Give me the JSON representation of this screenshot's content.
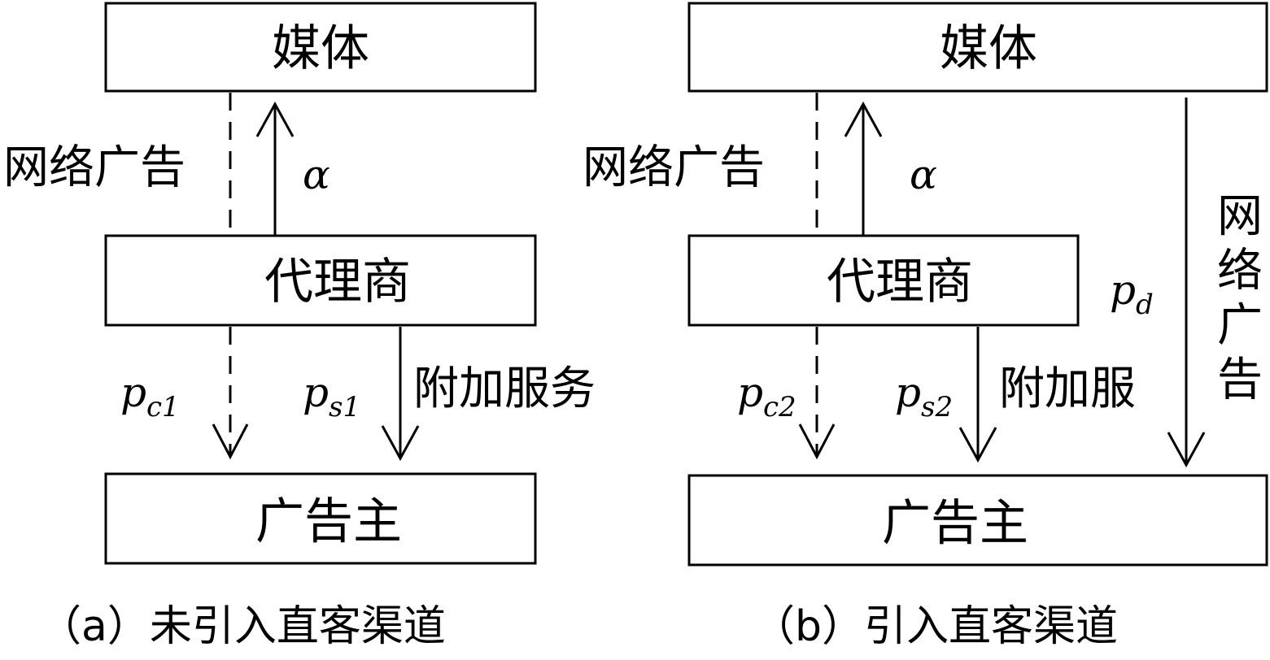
{
  "panel_a": {
    "media": "媒体",
    "agent": "代理商",
    "advertiser": "广告主",
    "online_ad": "网络广告",
    "alpha": "α",
    "added_service": "附加服务",
    "pc": {
      "base": "p",
      "sub": "c1"
    },
    "ps": {
      "base": "p",
      "sub": "s1"
    },
    "caption": "（a）未引入直客渠道"
  },
  "panel_b": {
    "media": "媒体",
    "agent": "代理商",
    "advertiser": "广告主",
    "online_ad": "网络广告",
    "alpha": "α",
    "added_service": "附加服",
    "online_ad_vertical": [
      "网",
      "络",
      "广",
      "告"
    ],
    "pc": {
      "base": "p",
      "sub": "c2"
    },
    "ps": {
      "base": "p",
      "sub": "s2"
    },
    "pd": {
      "base": "p",
      "sub": "d"
    },
    "caption": "（b）引入直客渠道"
  }
}
